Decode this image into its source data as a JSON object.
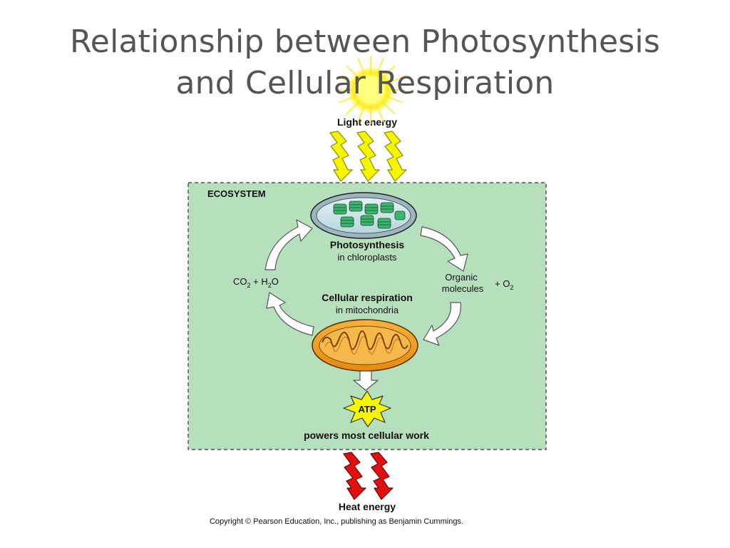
{
  "title": {
    "line1": "Relationship between Photosynthesis",
    "line2": "and Cellular Respiration"
  },
  "diagram": {
    "light_energy": "Light energy",
    "ecosystem": "ECOSYSTEM",
    "photosynthesis": "Photosynthesis",
    "in_chloroplasts": "in chloroplasts",
    "co2_h2o": {
      "co": "CO",
      "sub1": "2",
      "plus_h": " + H",
      "sub2": "2",
      "o": "O"
    },
    "organic": "Organic",
    "molecules": "molecules",
    "o2": {
      "plus_o": "+ O",
      "sub": "2"
    },
    "cellular_respiration": "Cellular respiration",
    "in_mitochondria": "in mitochondria",
    "atp": "ATP",
    "powers": "powers most cellular work",
    "heat_energy": "Heat energy",
    "copyright": "Copyright © Pearson Education, Inc., publishing as Benjamin Cummings."
  },
  "colors": {
    "ecosystem_fill": "#b6dfbb",
    "lightning_yellow": "#f5f500",
    "heat_red": "#e01010",
    "mitochondrion_orange": "#f0a020",
    "chloroplast_green": "#3cb371",
    "title_gray": "#555555"
  },
  "icons": {
    "sun": "sun-icon",
    "light": "lightning-bolt-icon",
    "heat": "heat-bolt-icon",
    "chloroplast": "chloroplast-icon",
    "mitochondrion": "mitochondrion-icon",
    "atp": "starburst-icon"
  }
}
